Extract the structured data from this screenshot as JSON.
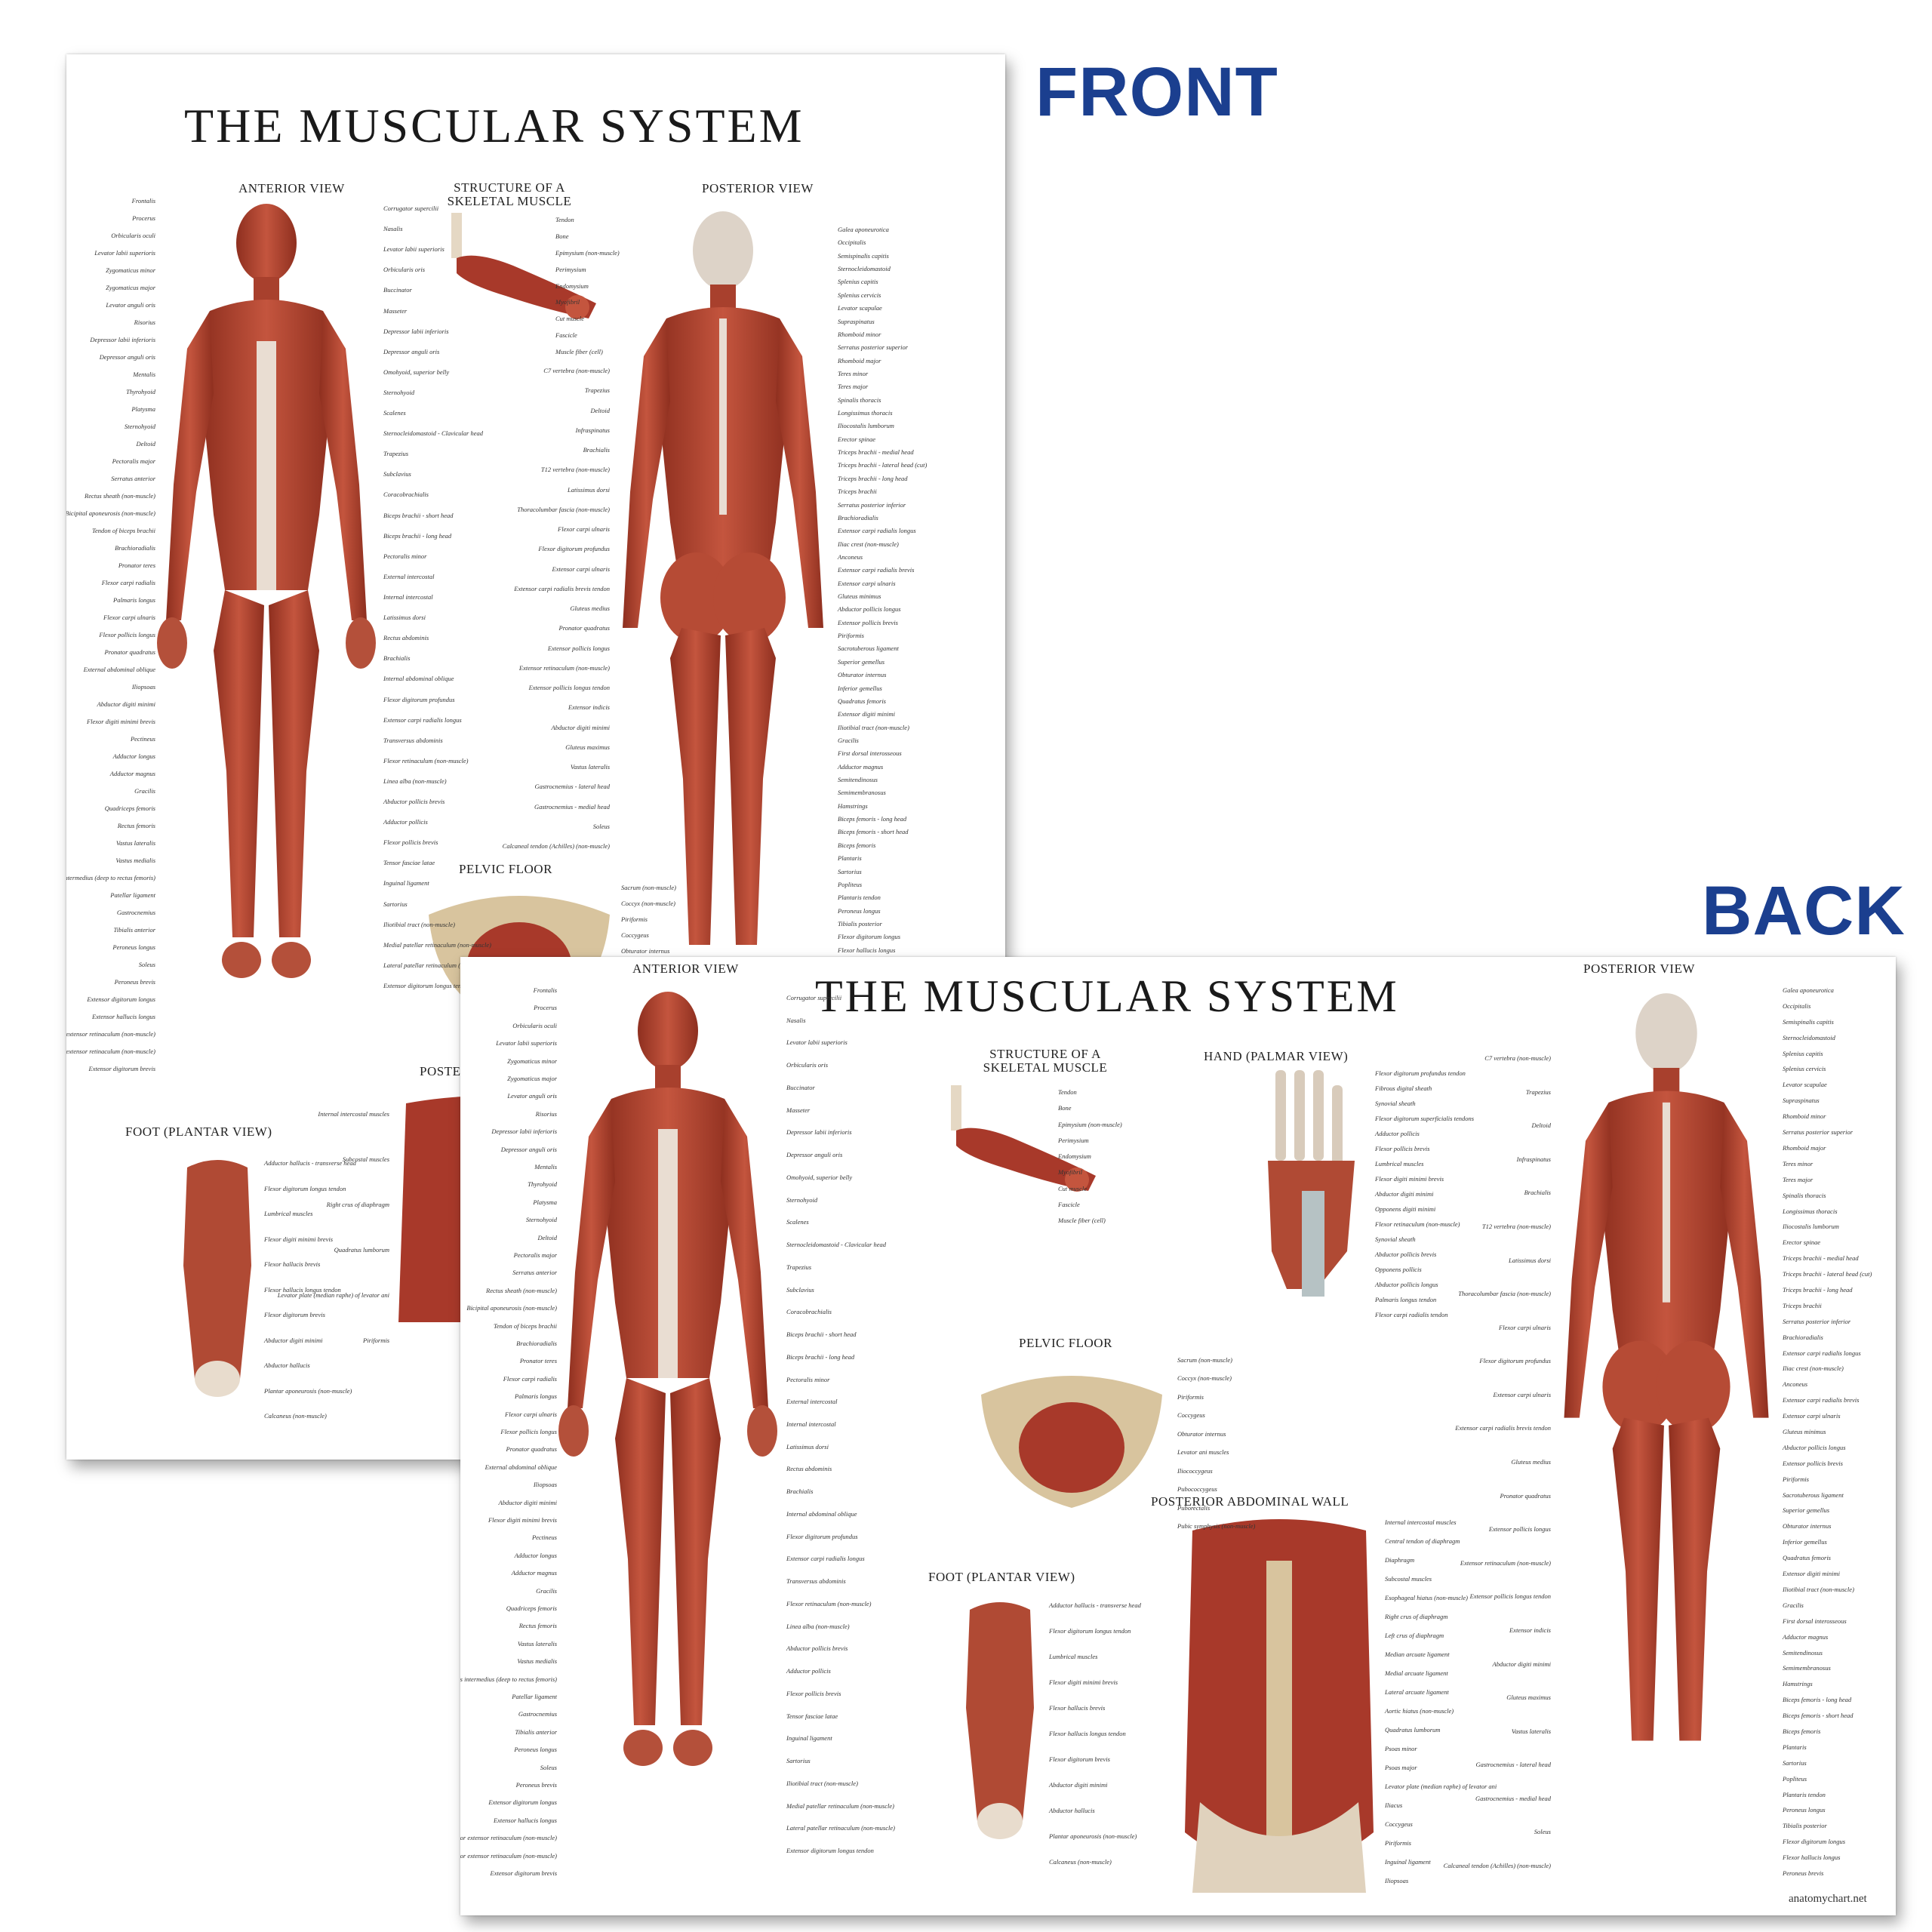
{
  "tags": {
    "front": "FRONT",
    "back": "BACK"
  },
  "front_poster": {
    "title": "THE MUSCULAR SYSTEM",
    "sections": {
      "anterior": "ANTERIOR VIEW",
      "structure": "STRUCTURE OF A SKELETAL MUSCLE",
      "posterior": "POSTERIOR VIEW",
      "pelvic": "PELVIC FLOOR",
      "foot": "FOOT (PLANTAR VIEW)",
      "posterior_abd": "POSTERIOR ABDOMINAL WALL"
    },
    "labels_left": [
      "Frontalis",
      "Procerus",
      "Orbicularis oculi",
      "Levator labii superioris",
      "Zygomaticus minor",
      "Zygomaticus major",
      "Levator anguli oris",
      "Risorius",
      "Depressor labii inferioris",
      "Depressor anguli oris",
      "Mentalis",
      "Thyrohyoid",
      "Platysma",
      "Sternohyoid",
      "Deltoid",
      "Pectoralis major",
      "Serratus anterior",
      "Rectus sheath (non-muscle)",
      "Bicipital aponeurosis (non-muscle)",
      "Tendon of biceps brachii",
      "Brachioradialis",
      "Pronator teres",
      "Flexor carpi radialis",
      "Palmaris longus",
      "Flexor carpi ulnaris",
      "Flexor pollicis longus",
      "Pronator quadratus",
      "External abdominal oblique",
      "Iliopsoas",
      "Abductor digiti minimi",
      "Flexor digiti minimi brevis",
      "Pectineus",
      "Adductor longus",
      "Adductor magnus",
      "Gracilis",
      "Quadriceps femoris",
      "Rectus femoris",
      "Vastus lateralis",
      "Vastus medialis",
      "Vastus intermedius (deep to rectus femoris)",
      "Patellar ligament",
      "Gastrocnemius",
      "Tibialis anterior",
      "Peroneus longus",
      "Soleus",
      "Peroneus brevis",
      "Extensor digitorum longus",
      "Extensor hallucis longus",
      "Superior extensor retinaculum (non-muscle)",
      "Inferior extensor retinaculum (non-muscle)",
      "Extensor digitorum brevis"
    ],
    "labels_mid": [
      "Corrugator supercilii",
      "Nasalis",
      "Levator labii superioris",
      "Orbicularis oris",
      "Buccinator",
      "Masseter",
      "Depressor labii inferioris",
      "Depressor anguli oris",
      "Omohyoid, superior belly",
      "Sternohyoid",
      "Scalenes",
      "Sternocleidomastoid - Clavicular head",
      "Trapezius",
      "Subclavius",
      "Coracobrachialis",
      "Biceps brachii - short head",
      "Biceps brachii - long head",
      "Pectoralis minor",
      "External intercostal",
      "Internal intercostal",
      "Latissimus dorsi",
      "Rectus abdominis",
      "Brachialis",
      "Internal abdominal oblique",
      "Flexor digitorum profundus",
      "Extensor carpi radialis longus",
      "Transversus abdominis",
      "Flexor retinaculum (non-muscle)",
      "Linea alba (non-muscle)",
      "Abductor pollicis brevis",
      "Adductor pollicis",
      "Flexor pollicis brevis",
      "Tensor fasciae latae",
      "Inguinal ligament",
      "Sartorius",
      "Iliotibial tract (non-muscle)",
      "Medial patellar retinaculum (non-muscle)",
      "Lateral patellar retinaculum (non-muscle)",
      "Extensor digitorum longus tendon"
    ],
    "labels_structure": [
      "Tendon",
      "Bone",
      "Epimysium (non-muscle)",
      "Perimysium",
      "Endomysium",
      "Myofibril",
      "Cut muscle",
      "Fascicle",
      "Muscle fiber (cell)"
    ],
    "labels_post_left": [
      "C7 vertebra (non-muscle)",
      "Trapezius",
      "Deltoid",
      "Infraspinatus",
      "Brachialis",
      "T12 vertebra (non-muscle)",
      "Latissimus dorsi",
      "Thoracolumbar fascia (non-muscle)",
      "Flexor carpi ulnaris",
      "Flexor digitorum profundus",
      "Extensor carpi ulnaris",
      "Extensor carpi radialis brevis tendon",
      "Gluteus medius",
      "Pronator quadratus",
      "Extensor pollicis longus",
      "Extensor retinaculum (non-muscle)",
      "Extensor pollicis longus tendon",
      "Extensor indicis",
      "Abductor digiti minimi",
      "Gluteus maximus",
      "Vastus lateralis",
      "Gastrocnemius - lateral head",
      "Gastrocnemius - medial head",
      "Soleus",
      "Calcaneal tendon (Achilles) (non-muscle)"
    ],
    "labels_post_right": [
      "Galea aponeurotica",
      "Occipitalis",
      "Semispinalis capitis",
      "Sternocleidomastoid",
      "Splenius capitis",
      "Splenius cervicis",
      "Levator scapulae",
      "Supraspinatus",
      "Rhomboid minor",
      "Serratus posterior superior",
      "Rhomboid major",
      "Teres minor",
      "Teres major",
      "Spinalis thoracis",
      "Longissimus thoracis",
      "Iliocostalis lumborum",
      "Erector spinae",
      "Triceps brachii - medial head",
      "Triceps brachii - lateral head (cut)",
      "Triceps brachii - long head",
      "Triceps brachii",
      "Serratus posterior inferior",
      "Brachioradialis",
      "Extensor carpi radialis longus",
      "Iliac crest (non-muscle)",
      "Anconeus",
      "Extensor carpi radialis brevis",
      "Extensor carpi ulnaris",
      "Gluteus minimus",
      "Abductor pollicis longus",
      "Extensor pollicis brevis",
      "Piriformis",
      "Sacrotuberous ligament",
      "Superior gemellus",
      "Obturator internus",
      "Inferior gemellus",
      "Quadratus femoris",
      "Extensor digiti minimi",
      "Iliotibial tract (non-muscle)",
      "Gracilis",
      "First dorsal interosseous",
      "Adductor magnus",
      "Semitendinosus",
      "Semimembranosus",
      "Hamstrings",
      "Biceps femoris - long head",
      "Biceps femoris - short head",
      "Biceps femoris",
      "Plantaris",
      "Sartorius",
      "Popliteus",
      "Plantaris tendon",
      "Peroneus longus",
      "Tibialis posterior",
      "Flexor digitorum longus",
      "Flexor hallucis longus",
      "Peroneus brevis"
    ],
    "labels_pelvic": [
      "Sacrum (non-muscle)",
      "Coccyx (non-muscle)",
      "Piriformis",
      "Coccygeus",
      "Obturator internus",
      "Levator ani muscles",
      "Iliococcygeus",
      "Pubococcygeus",
      "Puborectalis",
      "Pubic symphysis (non-muscle)"
    ],
    "labels_foot": [
      "Adductor hallucis - transverse head",
      "Flexor digitorum longus tendon",
      "Lumbrical muscles",
      "Flexor digiti minimi brevis",
      "Flexor hallucis brevis",
      "Flexor hallucis longus tendon",
      "Flexor digitorum brevis",
      "Abductor digiti minimi",
      "Abductor hallucis",
      "Plantar aponeurosis (non-muscle)",
      "Calcaneus (non-muscle)"
    ],
    "labels_abd": [
      "Internal intercostal muscles",
      "Subcostal muscles",
      "Right crus of diaphragm",
      "Quadratus lumborum",
      "Levator plate (median raphe) of levator ani",
      "Piriformis"
    ]
  },
  "back_poster": {
    "title": "THE MUSCULAR SYSTEM",
    "credit": "anatomychart.net",
    "sections": {
      "anterior": "ANTERIOR VIEW",
      "structure": "STRUCTURE OF A SKELETAL MUSCLE",
      "hand": "HAND (PALMAR VIEW)",
      "posterior": "POSTERIOR VIEW",
      "pelvic": "PELVIC FLOOR",
      "posterior_abd": "POSTERIOR ABDOMINAL WALL",
      "foot": "FOOT (PLANTAR VIEW)"
    },
    "labels_hand": [
      "Flexor digitorum profundus tendon",
      "Fibrous digital sheath",
      "Synovial sheath",
      "Flexor digitorum superficialis tendons",
      "Adductor pollicis",
      "Flexor pollicis brevis",
      "Lumbrical muscles",
      "Flexor digiti minimi brevis",
      "Abductor digiti minimi",
      "Opponens digiti minimi",
      "Flexor retinaculum (non-muscle)",
      "Synovial sheath",
      "Abductor pollicis brevis",
      "Opponens pollicis",
      "Abductor pollicis longus",
      "Palmaris longus tendon",
      "Flexor carpi radialis tendon"
    ],
    "labels_abd": [
      "Internal intercostal muscles",
      "Central tendon of diaphragm",
      "Diaphragm",
      "Subcostal muscles",
      "Esophageal hiatus (non-muscle)",
      "Right crus of diaphragm",
      "Left crus of diaphragm",
      "Median arcuate ligament",
      "Medial arcuate ligament",
      "Lateral arcuate ligament",
      "Aortic hiatus (non-muscle)",
      "Quadratus lumborum",
      "Psoas minor",
      "Psoas major",
      "Levator plate (median raphe) of levator ani",
      "Iliacus",
      "Coccygeus",
      "Piriformis",
      "Inguinal ligament",
      "Iliopsoas"
    ]
  }
}
